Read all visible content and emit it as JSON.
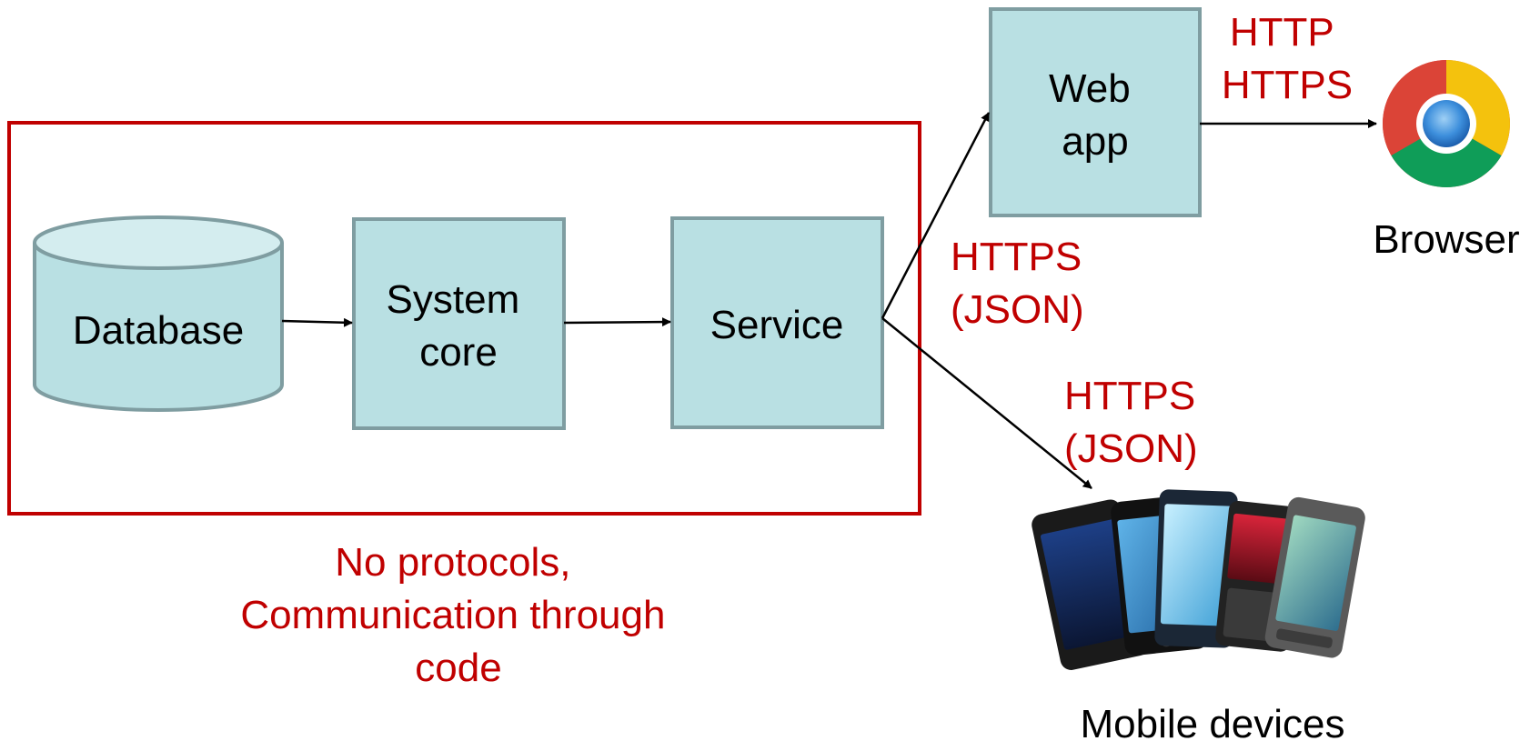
{
  "colors": {
    "box_fill": "#b9e0e3",
    "box_stroke": "#7f9da1",
    "boundary": "#c00000",
    "protocol_text": "#c00000",
    "arrow": "#000000"
  },
  "nodes": {
    "database": "Database",
    "system_core": [
      "System",
      "core"
    ],
    "service": "Service",
    "web_app": [
      "Web",
      "app"
    ]
  },
  "protocols": {
    "web_app_to_browser": [
      "HTTP",
      "HTTPS"
    ],
    "service_to_web_app": [
      "HTTPS",
      "(JSON)"
    ],
    "service_to_mobile": [
      "HTTPS",
      "(JSON)"
    ]
  },
  "boundary_note": [
    "No protocols,",
    "Communication through",
    "code"
  ],
  "clients": {
    "browser": {
      "label": "Browser",
      "icon": "chrome-browser-icon"
    },
    "mobile": {
      "label": "Mobile devices",
      "icon": "smartphones-photo"
    }
  }
}
